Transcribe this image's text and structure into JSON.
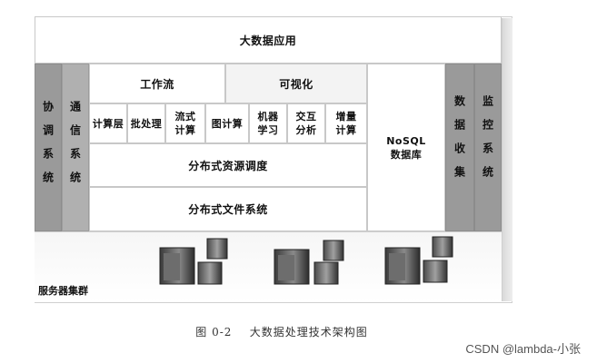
{
  "diagram": {
    "top": "大数据应用",
    "left_cols": [
      {
        "label": "协调系统"
      },
      {
        "label": "通信系统"
      }
    ],
    "right_cols": [
      {
        "label": "数据收集"
      },
      {
        "label": "监控系统"
      }
    ],
    "workflow": "工作流",
    "visualization": "可视化",
    "compute_row": [
      "计算层",
      "批处理",
      "流式\n计算",
      "图计算",
      "机器\n学习",
      "交互\n分析",
      "增量\n计算"
    ],
    "nosql": "NoSQL\n数据库",
    "resource": "分布式资源调度",
    "filesystem": "分布式文件系统",
    "cluster": "服务器集群"
  },
  "caption": "图 0-2    大数据处理技术架构图",
  "watermark": "CSDN @lambda-小张"
}
